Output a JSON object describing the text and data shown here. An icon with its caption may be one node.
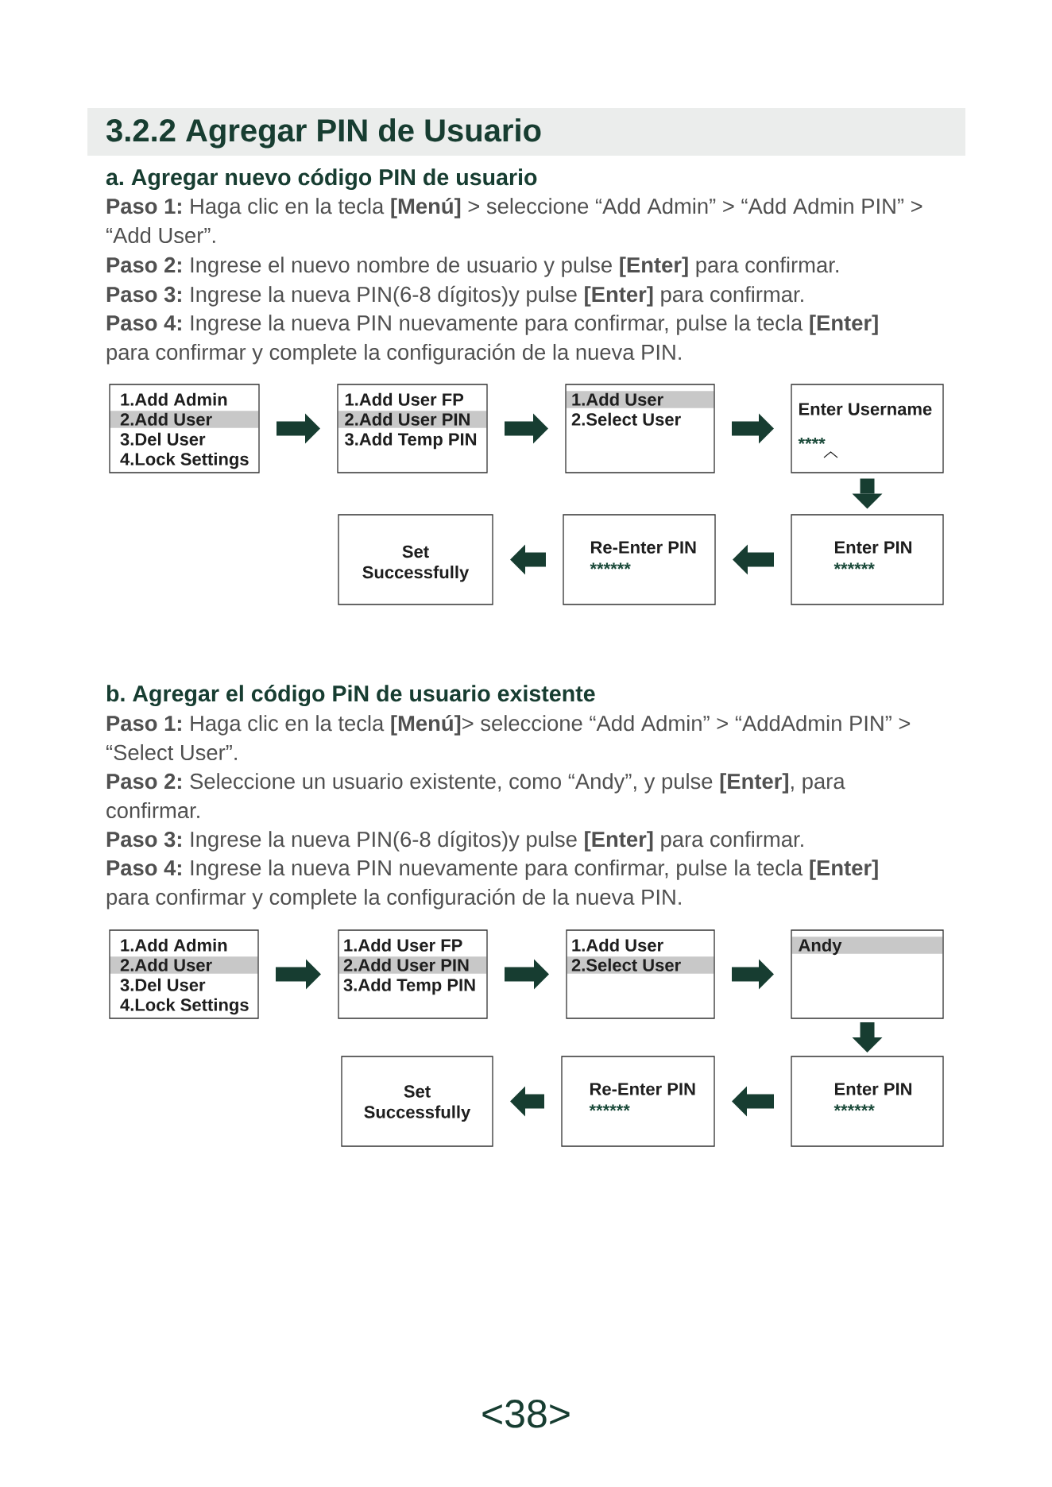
{
  "diagram": {
    "title": "3.2.2 Agregar PIN de Usuario",
    "nodes": [
      {
        "text": [
          "1.Add Admin",
          "2.Add User",
          "3.Del User",
          "4.Lock Settings"
        ]
      },
      {
        "text": [
          "1.Add User FP",
          "2.Add User PIN",
          "3.Add Temp PIN"
        ]
      },
      {
        "text": [
          "1.Add User",
          "2.Select User"
        ]
      },
      {
        "text": [
          "Enter Username",
          "****"
        ]
      },
      {
        "text": [
          "Set Successfully"
        ]
      },
      {
        "text": [
          "Re-Enter PIN",
          "******"
        ]
      },
      {
        "text": [
          "Enter PIN",
          "******"
        ]
      },
      {
        "text": [
          "1.Add Admin",
          "2.Add User",
          "3.Del User",
          "4.Lock Settings"
        ]
      },
      {
        "text": [
          "1.Add User FP",
          "2.Add User PIN",
          "3.Add Temp PIN"
        ]
      },
      {
        "text": [
          "1.Add User",
          "2.Select User"
        ]
      },
      {
        "text": [
          "Andy"
        ]
      },
      {
        "text": [
          "Set Successfully"
        ]
      },
      {
        "text": [
          "Re-Enter PIN",
          "******"
        ]
      },
      {
        "text": [
          "Enter PIN",
          "******"
        ]
      }
    ],
    "edges": [
      {
        "from": 0,
        "to": 1,
        "arrow": "to"
      },
      {
        "from": 1,
        "to": 2,
        "arrow": "to"
      },
      {
        "from": 2,
        "to": 3,
        "arrow": "to"
      },
      {
        "from": 3,
        "to": 6,
        "arrow": "to"
      },
      {
        "from": 6,
        "to": 5,
        "arrow": "to"
      },
      {
        "from": 5,
        "to": 4,
        "arrow": "to"
      },
      {
        "from": 7,
        "to": 8,
        "arrow": "to"
      },
      {
        "from": 8,
        "to": 9,
        "arrow": "to"
      },
      {
        "from": 9,
        "to": 10,
        "arrow": "to"
      },
      {
        "from": 10,
        "to": 13,
        "arrow": "to"
      },
      {
        "from": 13,
        "to": 12,
        "arrow": "to"
      },
      {
        "from": 12,
        "to": 11,
        "arrow": "to"
      }
    ],
    "labels": [
      "a. Agregar nuevo código PIN de usuario",
      "**Paso 1:** Haga clic en la tecla **[Menú]** > seleccione “Add Admin” > “Add Admin PIN” > “Add User”.",
      "**Paso 2:** Ingrese el nuevo nombre de usuario y pulse **[Enter]** para confirmar.",
      "**Paso 3:** Ingrese la nueva PIN(6-8 dígitos)y pulse **[Enter]** para confirmar.",
      "**Paso 4:** Ingrese la nueva PIN nuevamente para confirmar, pulse la tecla **[Enter]** para confirmar y complete la configuración de la nueva PIN.",
      "b. Agregar el código PiN de usuario existente",
      "**Paso 1:** Haga clic en la tecla **[Menú]**> seleccione “Add Admin” > “AddAdmin PIN” > “Select User”.",
      "**Paso 2:** Seleccione un usuario existente, como “Andy”, y pulse **[Enter]**, para confirmar.",
      "**Paso 3:** Ingrese la nueva PIN(6-8 dígitos)y pulse **[Enter]** para confirmar.",
      "**Paso 4:** Ingrese la nueva PIN nuevamente para confirmar, pulse la tecla **[Enter]** para confirmar y complete la configuración de la nueva PIN.",
      "<38>"
    ]
  }
}
